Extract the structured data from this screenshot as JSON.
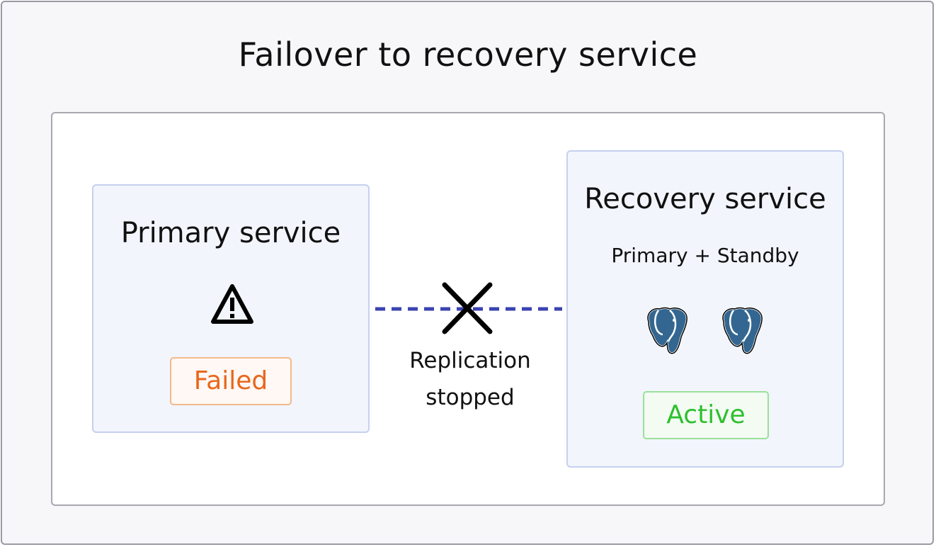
{
  "title": "Failover to recovery service",
  "primary": {
    "title": "Primary service",
    "icon": "warning-triangle-icon",
    "status": "Failed",
    "status_color": "#e8671c"
  },
  "link": {
    "label_line1": "Replication",
    "label_line2": "stopped",
    "line_color": "#3b43b0",
    "icon": "x-cross-icon"
  },
  "recovery": {
    "title": "Recovery service",
    "subtitle": "Primary + Standby",
    "icons": [
      "postgresql-elephant-icon",
      "postgresql-elephant-icon"
    ],
    "status": "Active",
    "status_color": "#2fbf2f"
  }
}
